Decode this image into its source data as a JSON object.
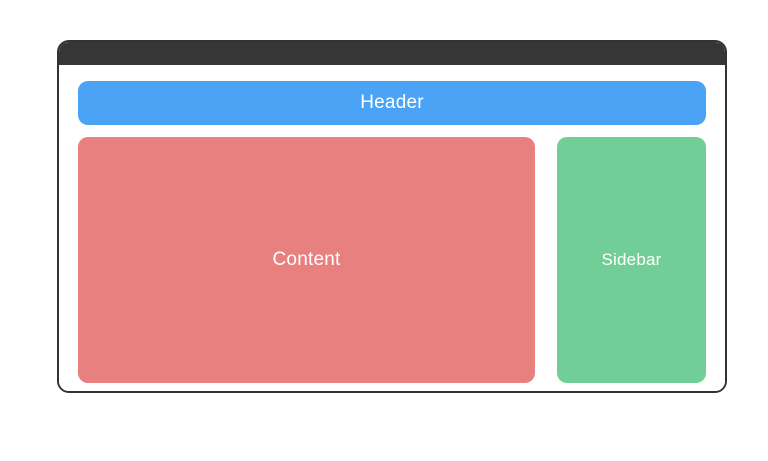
{
  "window": {
    "title_bar": {
      "title": "",
      "color": "#363636",
      "has_window_controls": false
    },
    "frame": {
      "border_color": "#333333",
      "background": "#ffffff",
      "corner_radius": "12px"
    }
  },
  "blocks": {
    "header": {
      "label": "Header",
      "color": "#4BA3F5",
      "text_color": "#ffffff"
    },
    "content": {
      "label": "Content",
      "color": "#E98080",
      "text_color": "#ffffff"
    },
    "sidebar": {
      "label": "Sidebar",
      "color": "#72CE97",
      "text_color": "#ffffff"
    }
  },
  "page": {
    "background": "#ffffff"
  }
}
